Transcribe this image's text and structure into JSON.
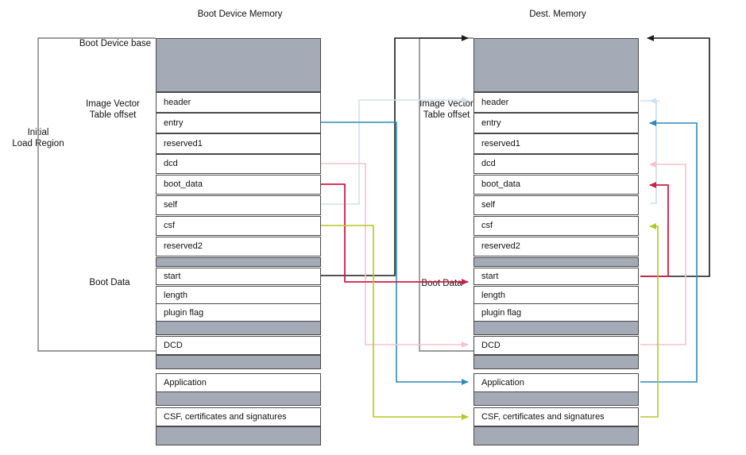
{
  "diagram": {
    "title_left": "Boot Device Memory",
    "title_right": "Dest. Memory",
    "labels": {
      "boot_device_base": "Boot Device base",
      "image_vector_table_offset_l1": "Image Vector",
      "image_vector_table_offset_l2": "Table offset",
      "initial_load_region_l1": "Initial",
      "initial_load_region_l2": "Load Region",
      "boot_data_left": "Boot Data",
      "image_vector_table_offset_right_l1": "Image Vector",
      "image_vector_table_offset_right_l2": "Table offset",
      "boot_data_middle": "Boot Data"
    },
    "left_column": {
      "name": "Boot Device Memory",
      "rows": [
        {
          "label": "",
          "kind": "fill"
        },
        {
          "label": "header",
          "kind": "empty"
        },
        {
          "label": "entry",
          "kind": "empty"
        },
        {
          "label": "reserved1",
          "kind": "empty"
        },
        {
          "label": "dcd",
          "kind": "empty"
        },
        {
          "label": "boot_data",
          "kind": "empty"
        },
        {
          "label": "self",
          "kind": "empty"
        },
        {
          "label": "csf",
          "kind": "empty"
        },
        {
          "label": "reserved2",
          "kind": "empty"
        },
        {
          "label": "",
          "kind": "fill"
        },
        {
          "label": "start",
          "kind": "empty"
        },
        {
          "label": "length",
          "kind": "empty"
        },
        {
          "label": "plugin flag",
          "kind": "empty"
        },
        {
          "label": "",
          "kind": "fill"
        },
        {
          "label": "DCD",
          "kind": "empty"
        },
        {
          "label": "",
          "kind": "fill"
        },
        {
          "label": "Application",
          "kind": "empty"
        },
        {
          "label": "",
          "kind": "fill"
        },
        {
          "label": "CSF, certificates and signatures",
          "kind": "empty"
        },
        {
          "label": "",
          "kind": "fill"
        }
      ]
    },
    "right_column": {
      "name": "Dest. Memory",
      "rows": [
        {
          "label": "",
          "kind": "fill"
        },
        {
          "label": "header",
          "kind": "empty"
        },
        {
          "label": "entry",
          "kind": "empty"
        },
        {
          "label": "reserved1",
          "kind": "empty"
        },
        {
          "label": "dcd",
          "kind": "empty"
        },
        {
          "label": "boot_data",
          "kind": "empty"
        },
        {
          "label": "self",
          "kind": "empty"
        },
        {
          "label": "csf",
          "kind": "empty"
        },
        {
          "label": "reserved2",
          "kind": "empty"
        },
        {
          "label": "",
          "kind": "fill"
        },
        {
          "label": "start",
          "kind": "empty"
        },
        {
          "label": "length",
          "kind": "empty"
        },
        {
          "label": "plugin flag",
          "kind": "empty"
        },
        {
          "label": "",
          "kind": "fill"
        },
        {
          "label": "DCD",
          "kind": "empty"
        },
        {
          "label": "",
          "kind": "fill"
        },
        {
          "label": "Application",
          "kind": "empty"
        },
        {
          "label": "",
          "kind": "fill"
        },
        {
          "label": "CSF, certificates and signatures",
          "kind": "empty"
        },
        {
          "label": "",
          "kind": "fill"
        }
      ]
    },
    "colors": {
      "fill_gray": "#a4abb6",
      "border_gray": "#4a4a4a",
      "black": "#1a1a1a",
      "blue": "#2e8ab8",
      "light_blue": "#cfe2ef",
      "pink": "#f5c3ce",
      "crimson": "#d01b46",
      "olive": "#b5c723",
      "bracket_gray": "#7a7a7a"
    },
    "connections": [
      {
        "from": "self",
        "to": "header",
        "color": "light_blue"
      },
      {
        "from": "entry",
        "to": "Application",
        "color": "blue"
      },
      {
        "from": "dcd",
        "to": "DCD",
        "color": "pink"
      },
      {
        "from": "boot_data",
        "to": "start",
        "color": "crimson"
      },
      {
        "from": "csf",
        "to": "CSF, certificates and signatures",
        "color": "olive"
      },
      {
        "from": "start",
        "to": "Dest. Memory base",
        "color": "black"
      }
    ]
  }
}
